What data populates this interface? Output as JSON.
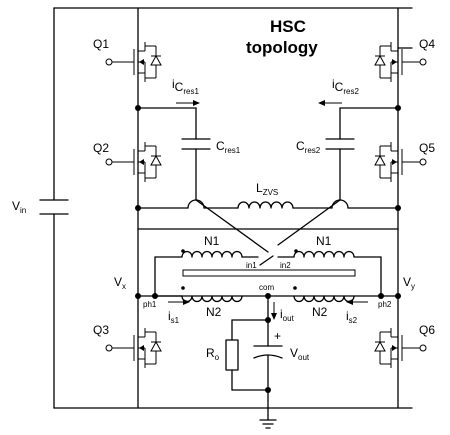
{
  "title": {
    "line1": "HSC",
    "line2": "topology"
  },
  "switches": [
    "Q1",
    "Q2",
    "Q3",
    "Q4",
    "Q5",
    "Q6"
  ],
  "source": {
    "base": "V",
    "sub": "in"
  },
  "capacitors": {
    "cres1": {
      "base": "C",
      "sub": "res1"
    },
    "cres2": {
      "base": "C",
      "sub": "res2"
    }
  },
  "currents": {
    "icres1": {
      "base": "i",
      "mid": "C",
      "sub": "res1"
    },
    "icres2": {
      "base": "i",
      "mid": "C",
      "sub": "res2"
    },
    "is1": {
      "base": "i",
      "sub": "s1"
    },
    "is2": {
      "base": "i",
      "sub": "s2"
    },
    "iout": {
      "base": "i",
      "sub": "out"
    }
  },
  "inductor": {
    "base": "L",
    "sub": "ZVS"
  },
  "windings": {
    "n1_left": "N1",
    "n1_right": "N1",
    "n2_left": "N2",
    "n2_right": "N2"
  },
  "nodes": {
    "vx": {
      "base": "V",
      "sub": "x"
    },
    "vy": {
      "base": "V",
      "sub": "y"
    },
    "in1": "in1",
    "in2": "in2",
    "com": "com",
    "ph1": "ph1",
    "ph2": "ph2"
  },
  "load": {
    "ro": {
      "base": "R",
      "sub": "o"
    },
    "vout": {
      "base": "V",
      "sub": "out"
    },
    "plus": "+"
  }
}
